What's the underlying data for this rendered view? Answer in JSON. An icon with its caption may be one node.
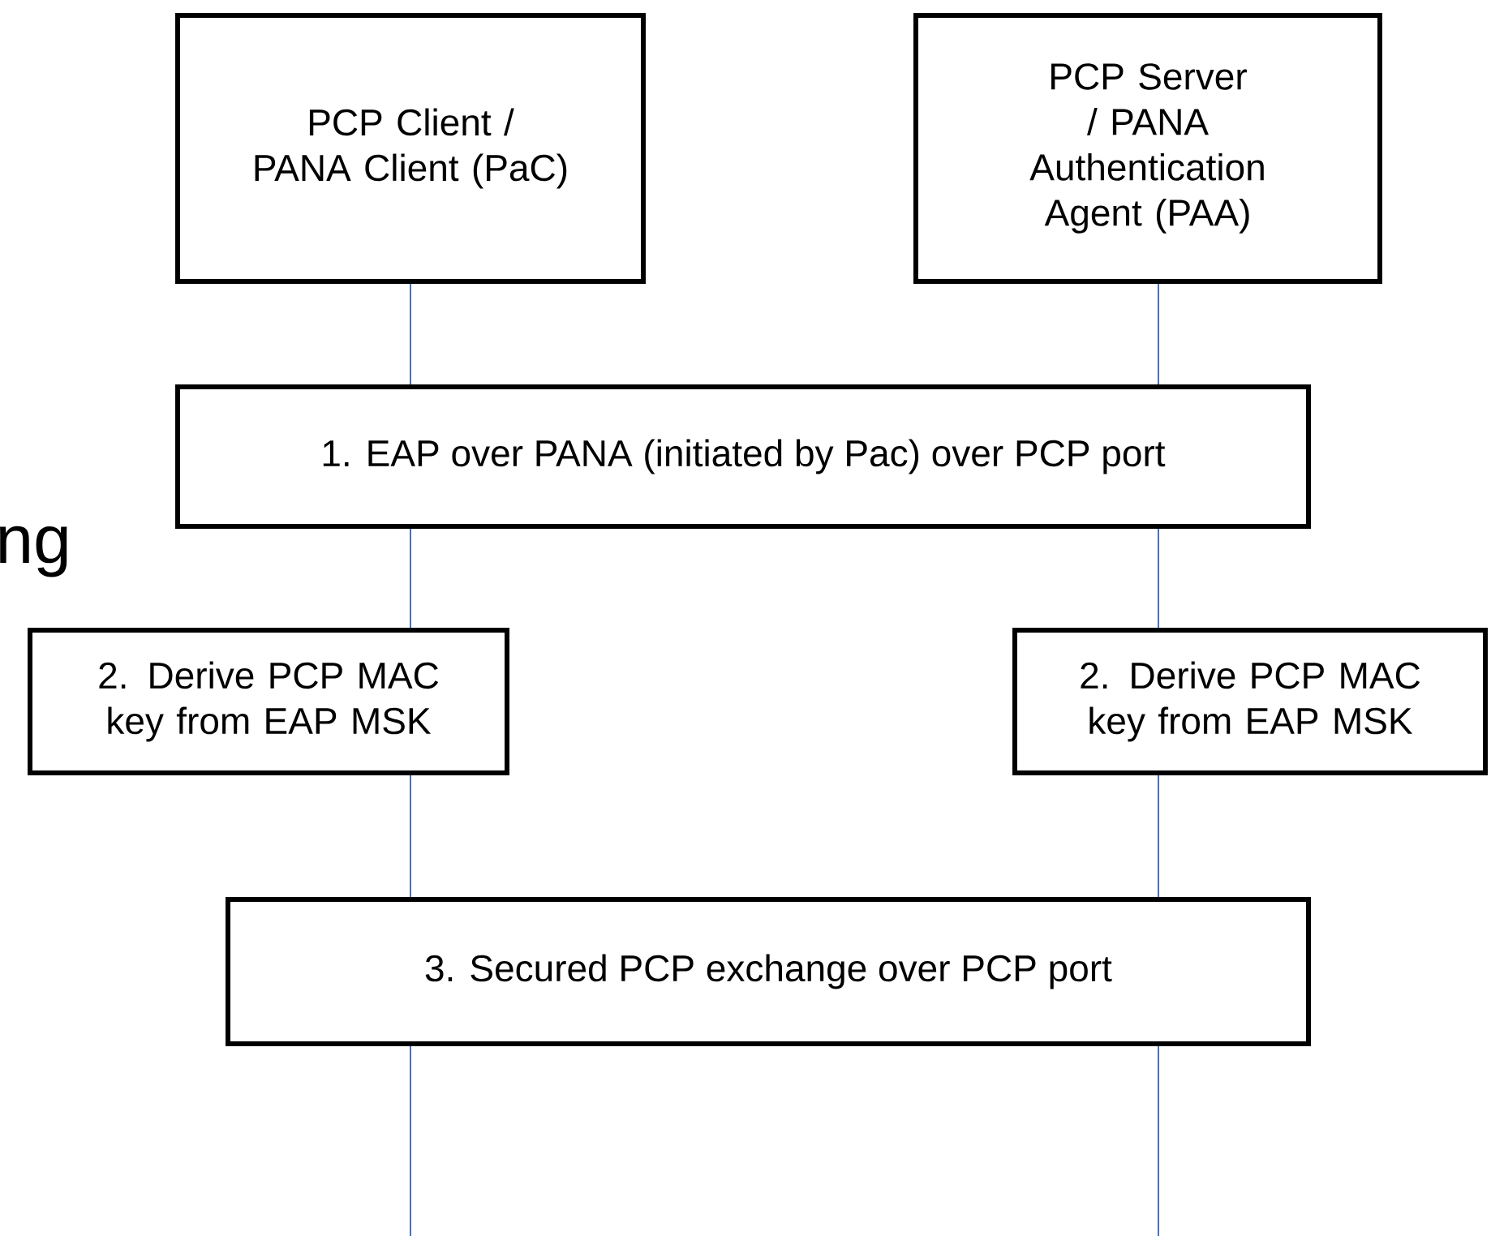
{
  "diagram": {
    "nodes": [
      {
        "text": [
          "PCP Client / PANA Client (PaC)"
        ]
      },
      {
        "text": [
          "PCP Server / PANA Authentication Agent (PAA)"
        ]
      },
      {
        "text": [
          "1. EAP over PANA (initiated by Pac) over PCP port"
        ]
      },
      {
        "text": [
          "2. Derive PCP MAC key from EAP MSK"
        ]
      },
      {
        "text": [
          "2. Derive PCP MAC key from EAP MSK"
        ]
      },
      {
        "text": [
          "3. Secured PCP exchange over PCP port"
        ]
      }
    ],
    "edges": [
      {
        "from": 0,
        "to": 2,
        "arrow": "none"
      },
      {
        "from": 1,
        "to": 2,
        "arrow": "none"
      },
      {
        "from": 2,
        "to": 3,
        "arrow": "none"
      },
      {
        "from": 2,
        "to": 4,
        "arrow": "none"
      },
      {
        "from": 3,
        "to": 5,
        "arrow": "none"
      },
      {
        "from": 4,
        "to": 5,
        "arrow": "none"
      },
      {
        "from": 5,
        "to": null,
        "arrow": "none"
      },
      {
        "from": 5,
        "to": null,
        "arrow": "none"
      }
    ],
    "labels": [
      "ng"
    ]
  }
}
